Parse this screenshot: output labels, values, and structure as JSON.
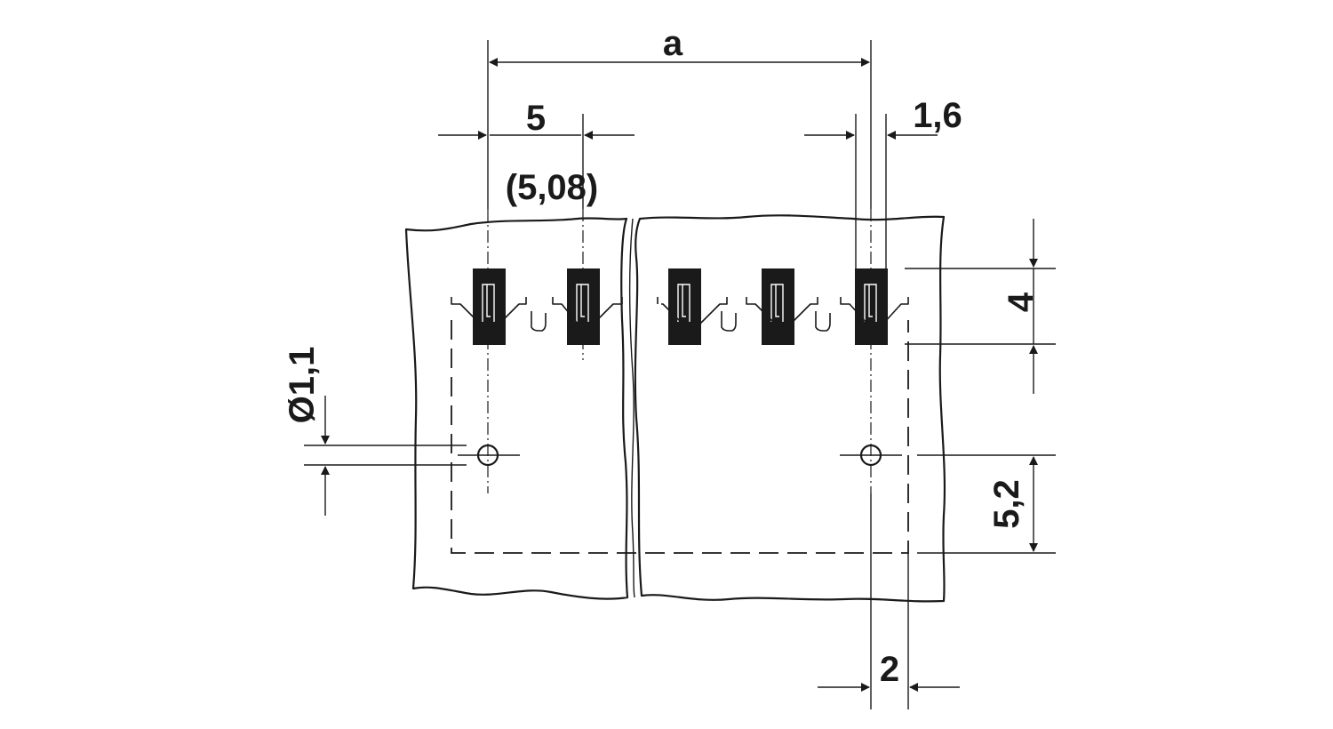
{
  "labels": {
    "dim_a": "a",
    "dim_pitch": "5",
    "dim_pitch_alt": "(5,08)",
    "dim_pin_width": "1,6",
    "dim_height": "4",
    "dim_hole": "Ø1,1",
    "dim_hole_offset": "5,2",
    "dim_edge": "2"
  },
  "colors": {
    "ink": "#1a1a1a",
    "background": "#ffffff"
  }
}
